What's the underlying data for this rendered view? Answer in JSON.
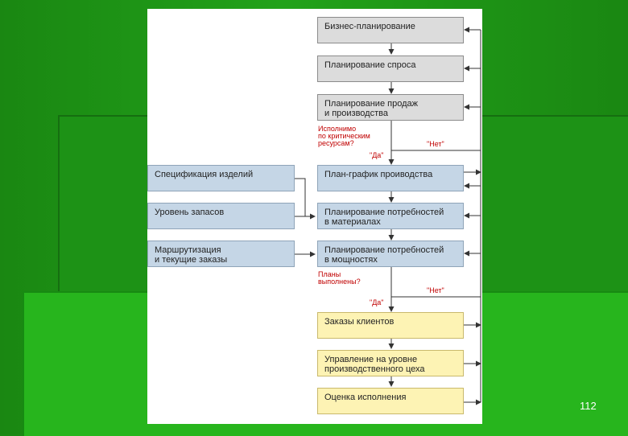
{
  "slide": {
    "page_number": "112"
  },
  "main_flow": [
    {
      "id": "business",
      "label": "Бизнес-планирование"
    },
    {
      "id": "demand",
      "label": "Планирование спроса"
    },
    {
      "id": "sales",
      "label": "Планирование продаж\nи производства"
    },
    {
      "id": "schedule",
      "label": "План-график проиводства"
    },
    {
      "id": "mrp",
      "label": "Планирование потребностей\nв материалах"
    },
    {
      "id": "crp",
      "label": "Планирование потребностей\nв мощностях"
    },
    {
      "id": "orders",
      "label": "Заказы клиентов"
    },
    {
      "id": "shop",
      "label": "Управление на уровне\nпроизводственного цеха"
    },
    {
      "id": "eval",
      "label": "Оценка исполнения"
    }
  ],
  "inputs": [
    {
      "id": "bom",
      "label": "Спецификация изделий"
    },
    {
      "id": "stock",
      "label": "Уровень запасов"
    },
    {
      "id": "routing",
      "label": "Маршрутизация\nи текущие заказы"
    }
  ],
  "decisions": [
    {
      "id": "d1",
      "question": "Исполнимо\nпо критическим\nресурсам?",
      "yes": "\"Да\"",
      "no": "\"Нет\""
    },
    {
      "id": "d2",
      "question": "Планы\nвыполнены?",
      "yes": "\"Да\"",
      "no": "\"Нет\""
    }
  ],
  "colors": {
    "gray_box": "#dcdcdc",
    "blue_box": "#c5d6e6",
    "yellow_box": "#fdf3b4",
    "decision_text": "#c00000",
    "background": "#1b8a14"
  }
}
